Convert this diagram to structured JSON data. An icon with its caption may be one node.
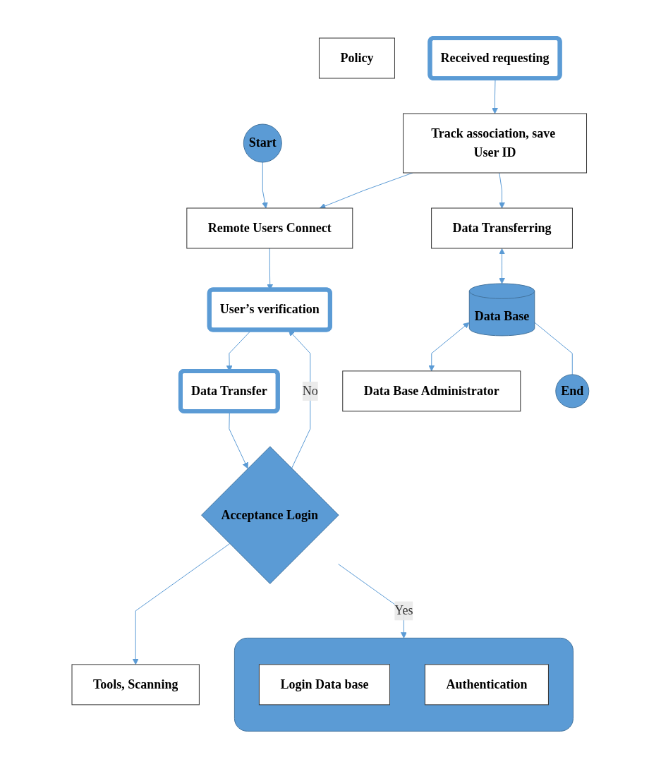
{
  "diagram": {
    "nodes": [
      {
        "text": [
          "Start"
        ]
      },
      {
        "text": [
          "Remote Users Connect"
        ]
      },
      {
        "text": [
          "User’s verification"
        ]
      },
      {
        "text": [
          "Data Transfer"
        ]
      },
      {
        "text": [
          "Acceptance Login"
        ]
      },
      {
        "text": [],
        "shape": "box"
      },
      {
        "text": [
          "Login Data base"
        ],
        "in": 5
      },
      {
        "text": [
          "Authentication"
        ],
        "in": 5
      },
      {
        "text": [
          "Policy"
        ]
      },
      {
        "text": [
          "Tools, Scanning"
        ]
      },
      {
        "text": [
          "Received requesting"
        ]
      },
      {
        "text": [
          "Track association, save User ID"
        ]
      },
      {
        "text": [
          "Data Transferring"
        ]
      },
      {
        "text": [
          "Data Base"
        ]
      },
      {
        "text": [
          "Data Base Administrator"
        ]
      },
      {
        "text": [
          "End"
        ]
      }
    ],
    "edges": [
      {
        "from": 0,
        "to": 1,
        "arrow": "to"
      },
      {
        "from": 1,
        "to": 2,
        "arrow": "to"
      },
      {
        "from": 2,
        "to": 3,
        "arrow": "to"
      },
      {
        "from": 3,
        "to": 4,
        "arrow": "to"
      },
      {
        "from": 4,
        "to": 5,
        "arrow": "to",
        "label": "Yes"
      },
      {
        "from": 4,
        "to": 2,
        "arrow": "to",
        "label": "No"
      },
      {
        "from": 4,
        "to": 9,
        "arrow": "to"
      },
      {
        "from": 11,
        "to": 1,
        "arrow": "to"
      },
      {
        "from": 10,
        "to": 11,
        "arrow": "to"
      },
      {
        "from": 11,
        "to": 12,
        "arrow": "to"
      },
      {
        "from": 12,
        "to": 13,
        "arrow": "both"
      },
      {
        "from": 13,
        "to": 14,
        "arrow": "both"
      },
      {
        "from": 13,
        "to": 15,
        "arrow": "none"
      }
    ]
  }
}
